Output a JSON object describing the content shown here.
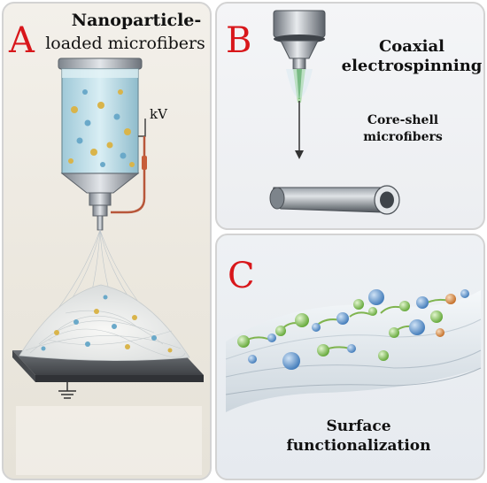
{
  "panel_a": {
    "letter": "A",
    "title_line1": "Nanoparticle-",
    "title_line2": "loaded microfibers",
    "voltage_label": "kV"
  },
  "panel_b": {
    "letter": "B",
    "title_line1": "Coaxial",
    "title_line2": "electrospinning",
    "subtitle_line1": "Core-shell",
    "subtitle_line2": "microfibers"
  },
  "panel_c": {
    "letter": "C",
    "caption_line1": "Surface",
    "caption_line2": "functionalization"
  },
  "colors": {
    "panel_letter": "#d8171b",
    "panel_border": "#d3d3d3",
    "particle_blue": "#4a86c8",
    "particle_green": "#7cc24a",
    "particle_orange": "#d8873a",
    "particle_gold": "#d9b44a"
  }
}
